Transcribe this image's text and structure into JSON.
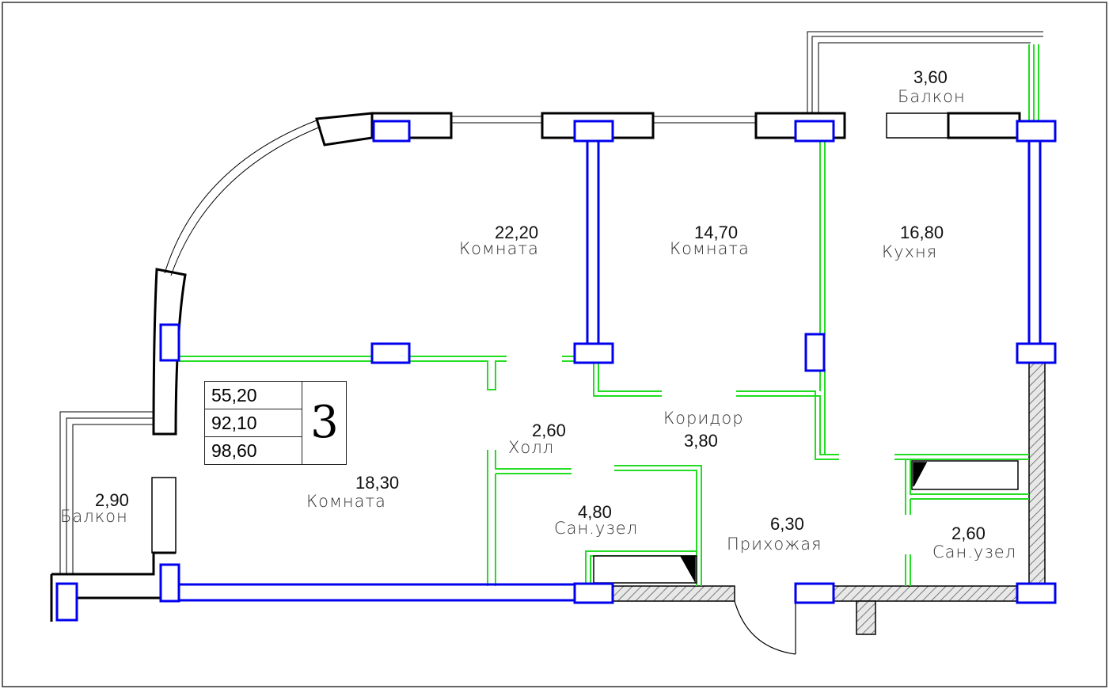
{
  "apartment": {
    "number": "3",
    "areas": [
      "55,20",
      "92,10",
      "98,60"
    ]
  },
  "rooms": [
    {
      "id": "room-22",
      "area": "22,20",
      "name": "Комната"
    },
    {
      "id": "room-14",
      "area": "14,70",
      "name": "Комната"
    },
    {
      "id": "kitchen",
      "area": "16,80",
      "name": "Кухня"
    },
    {
      "id": "balcony-top",
      "area": "3,60",
      "name": "Балкон"
    },
    {
      "id": "corridor",
      "area": "3,80",
      "name": "Коридор"
    },
    {
      "id": "hall",
      "area": "2,60",
      "name": "Холл"
    },
    {
      "id": "room-18",
      "area": "18,30",
      "name": "Комната"
    },
    {
      "id": "balcony-left",
      "area": "2,90",
      "name": "Балкон"
    },
    {
      "id": "bathroom-1",
      "area": "4,80",
      "name": "Сан.узел"
    },
    {
      "id": "entrance",
      "area": "6,30",
      "name": "Прихожая"
    },
    {
      "id": "bathroom-2",
      "area": "2,60",
      "name": "Сан.узел"
    }
  ],
  "colors": {
    "wall": "#000000",
    "partition": "#22dd22",
    "column": "#0000ee",
    "hatch": "#888888",
    "border": "#333333"
  }
}
